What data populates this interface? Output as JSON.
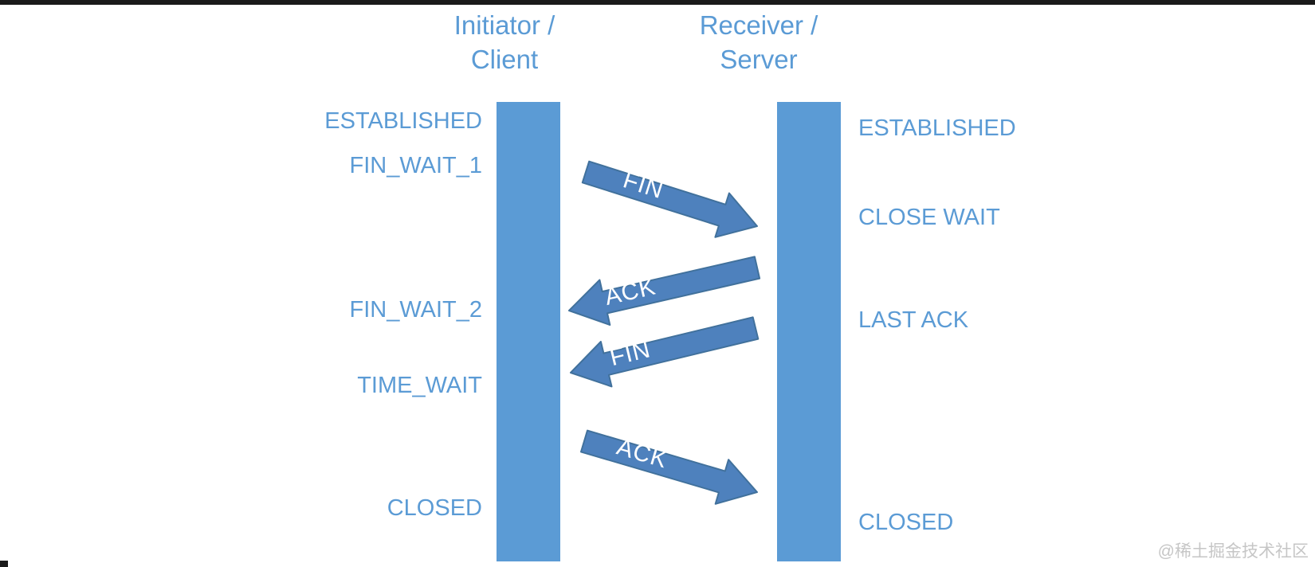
{
  "header": {
    "initiator": {
      "line1": "Initiator /",
      "line2": "Client"
    },
    "receiver": {
      "line1": "Receiver /",
      "line2": "Server"
    }
  },
  "initiator_states": [
    {
      "label": "ESTABLISHED"
    },
    {
      "label": "FIN_WAIT_1"
    },
    {
      "label": "FIN_WAIT_2"
    },
    {
      "label": "TIME_WAIT"
    },
    {
      "label": "CLOSED"
    }
  ],
  "receiver_states": [
    {
      "label": "ESTABLISHED"
    },
    {
      "label": "CLOSE WAIT"
    },
    {
      "label": "LAST ACK"
    },
    {
      "label": "CLOSED"
    }
  ],
  "messages": [
    {
      "label": "FIN",
      "from": "initiator",
      "to": "receiver"
    },
    {
      "label": "ACK",
      "from": "receiver",
      "to": "initiator"
    },
    {
      "label": "FIN",
      "from": "receiver",
      "to": "initiator"
    },
    {
      "label": "ACK",
      "from": "initiator",
      "to": "receiver"
    }
  ],
  "colors": {
    "bar": "#5B9BD5",
    "arrow_fill": "#4E81BD",
    "arrow_stroke": "#41719C",
    "state_text": "#5B9BD5",
    "watermark_text": "#C6C6C6"
  },
  "watermark": "@稀土掘金技术社区"
}
